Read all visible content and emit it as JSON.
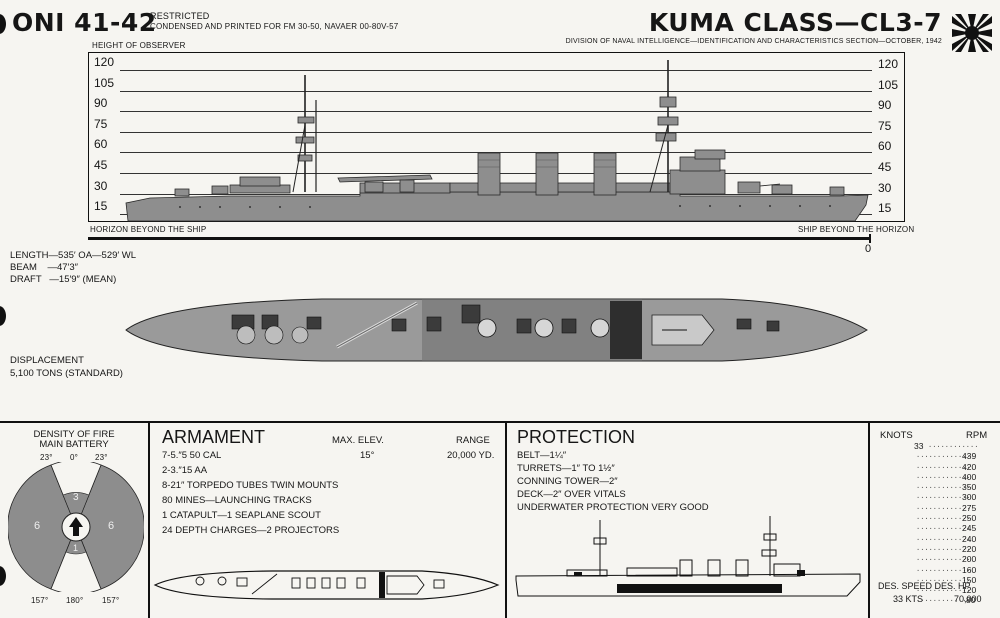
{
  "header": {
    "code": "ONI 41-42",
    "restricted": "RESTRICTED",
    "condensed": "CONDENSED AND PRINTED FOR FM 30-50, NAVAER 00-80V-57",
    "title": "KUMA CLASS—CL3-7",
    "division": "DIVISION OF NAVAL INTELLIGENCE—IDENTIFICATION AND CHARACTERISTICS SECTION—OCTOBER, 1942"
  },
  "profile": {
    "height_label": "HEIGHT OF OBSERVER",
    "scale": [
      "120",
      "105",
      "90",
      "75",
      "60",
      "45",
      "30",
      "15"
    ],
    "horizon_beyond": "HORIZON BEYOND THE SHIP",
    "ship_beyond": "SHIP BEYOND THE HORIZON",
    "zero": "0"
  },
  "specs": {
    "length": "LENGTH—535′ OA—529′ WL",
    "beam": "BEAM    —47′3″",
    "draft": "DRAFT   —15′9″ (MEAN)",
    "displacement_label": "DISPLACEMENT",
    "displacement_value": "5,100 TONS (STANDARD)"
  },
  "density": {
    "title_line1": "DENSITY OF FIRE",
    "title_line2": "MAIN BATTERY",
    "top_angles": [
      "23°",
      "0°",
      "23°"
    ],
    "bottom_angles": [
      "157°",
      "180°",
      "157°"
    ],
    "sector_counts": {
      "left": "6",
      "right": "6",
      "top": "3",
      "bottom": "1"
    }
  },
  "armament": {
    "title": "ARMAMENT",
    "max_elev_label": "MAX. ELEV.",
    "range_label": "RANGE",
    "lines": [
      {
        "text": "7-5.″5  50 CAL",
        "elev": "15°",
        "range": "20,000 YD."
      },
      {
        "text": "2-3.″15 AA",
        "elev": "",
        "range": ""
      },
      {
        "text": "8-21″ TORPEDO TUBES TWIN MOUNTS",
        "elev": "",
        "range": ""
      },
      {
        "text": "80 MINES—LAUNCHING TRACKS",
        "elev": "",
        "range": ""
      },
      {
        "text": "1 CATAPULT—1 SEAPLANE SCOUT",
        "elev": "",
        "range": ""
      },
      {
        "text": "24 DEPTH CHARGES—2 PROJECTORS",
        "elev": "",
        "range": ""
      }
    ]
  },
  "protection": {
    "title": "PROTECTION",
    "lines": [
      "BELT—1¼″",
      "TURRETS—1″ TO 1½″",
      "CONNING TOWER—2″",
      "DECK—2″ OVER VITALS",
      "UNDERWATER PROTECTION VERY GOOD"
    ]
  },
  "speed": {
    "knots_label": "KNOTS",
    "rpm_label": "RPM",
    "rows": [
      {
        "knots": "33",
        "rpm": ""
      },
      {
        "knots": "",
        "rpm": "439"
      },
      {
        "knots": "",
        "rpm": "420"
      },
      {
        "knots": "",
        "rpm": "400"
      },
      {
        "knots": "",
        "rpm": "350"
      },
      {
        "knots": "",
        "rpm": "300"
      },
      {
        "knots": "",
        "rpm": "275"
      },
      {
        "knots": "",
        "rpm": "250"
      },
      {
        "knots": "",
        "rpm": "245"
      },
      {
        "knots": "",
        "rpm": "240"
      },
      {
        "knots": "",
        "rpm": "220"
      },
      {
        "knots": "",
        "rpm": "200"
      },
      {
        "knots": "",
        "rpm": "160"
      },
      {
        "knots": "",
        "rpm": "150"
      },
      {
        "knots": "",
        "rpm": "120"
      },
      {
        "knots": "",
        "rpm": "80"
      }
    ],
    "des_speed_label": "DES. SPEED  DES. HP",
    "des_speed_value": "33 KTS",
    "des_hp_value": "70,000"
  },
  "colors": {
    "ink": "#161616",
    "paper": "#f6f5f1",
    "hull": "#8e8e8e",
    "hull_dark": "#4a4a4a",
    "deck": "#9a9a9a"
  }
}
